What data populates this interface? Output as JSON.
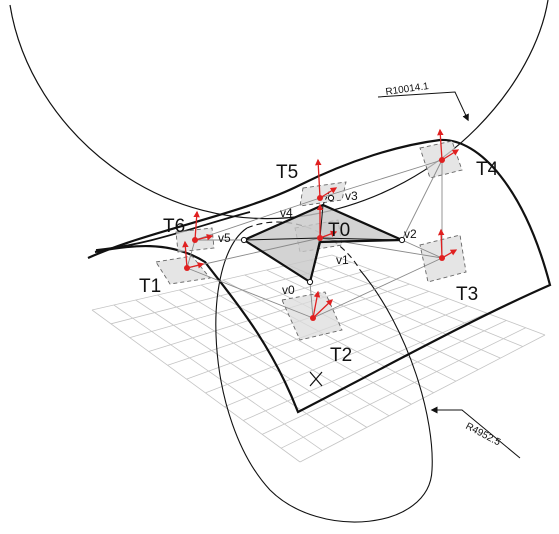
{
  "diagram": {
    "dimensions": {
      "large_radius": "R10014.1",
      "small_radius": "R4952.5"
    },
    "tangent_planes": [
      "T0",
      "T1",
      "T2",
      "T3",
      "T4",
      "T5",
      "T6"
    ],
    "vertices": [
      "v0",
      "v1",
      "v2",
      "v3",
      "v4",
      "v5"
    ],
    "colors": {
      "arrow": "#e02020",
      "plane_fill": "#d9d9d9",
      "grid": "#bdbdbd",
      "stroke": "#111111"
    }
  }
}
